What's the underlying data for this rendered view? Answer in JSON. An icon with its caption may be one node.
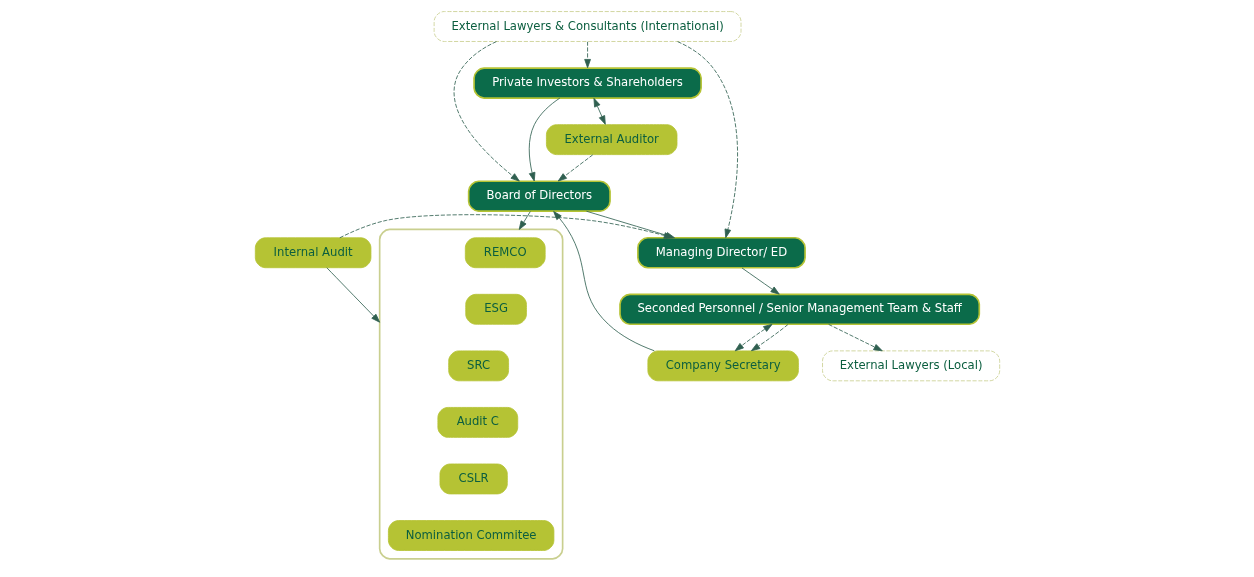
{
  "diagram": {
    "nodes": [
      {
        "text": [
          "Private Investors & Shareholders"
        ]
      },
      {
        "text": [
          "External Auditor"
        ]
      },
      {
        "text": [
          "Board of Directors"
        ]
      },
      {
        "text": [],
        "shape": "box"
      },
      {
        "text": [
          "REMCO"
        ],
        "in": 3
      },
      {
        "text": [
          "ESG"
        ],
        "in": 3
      },
      {
        "text": [
          "SRC"
        ],
        "in": 3
      },
      {
        "text": [
          "Audit C"
        ],
        "in": 3
      },
      {
        "text": [
          "CSLR"
        ],
        "in": 3
      },
      {
        "text": [
          "Nomination Commitee"
        ],
        "in": 3
      },
      {
        "text": [
          "External Lawyers & Consultants (International)"
        ]
      },
      {
        "text": [
          "Managing Director/ ED"
        ]
      },
      {
        "text": [
          "Internal Audit"
        ]
      },
      {
        "text": [
          "Seconded Personnel / Senior Management Team & Staff"
        ]
      },
      {
        "text": [
          "Company Secretary"
        ]
      },
      {
        "text": [
          "External Lawyers (Local)"
        ]
      }
    ],
    "edges": [
      {
        "from": 0,
        "to": 1,
        "arrow": "both"
      },
      {
        "from": 0,
        "to": 2,
        "arrow": "to"
      },
      {
        "from": 1,
        "to": 2,
        "arrow": "to",
        "style": "dashed"
      },
      {
        "from": 2,
        "to": 3,
        "arrow": "to"
      },
      {
        "from": 10,
        "to": 0,
        "arrow": "to",
        "style": "dashed"
      },
      {
        "from": 10,
        "to": 2,
        "arrow": "to",
        "style": "dashed"
      },
      {
        "from": 10,
        "to": 11,
        "arrow": "to",
        "style": "dashed"
      },
      {
        "from": 2,
        "to": 11,
        "arrow": "to"
      },
      {
        "from": 12,
        "to": 3,
        "arrow": "to"
      },
      {
        "from": 12,
        "to": 11,
        "arrow": "to",
        "style": "dashed"
      },
      {
        "from": 11,
        "to": 13,
        "arrow": "to"
      },
      {
        "from": 14,
        "to": 2,
        "arrow": "to"
      },
      {
        "from": 13,
        "to": 14,
        "arrow": "both",
        "style": "dashed"
      },
      {
        "from": 13,
        "to": 14,
        "arrow": "to",
        "style": "dashed"
      },
      {
        "from": 13,
        "to": 15,
        "arrow": "to",
        "style": "dashed"
      }
    ]
  }
}
